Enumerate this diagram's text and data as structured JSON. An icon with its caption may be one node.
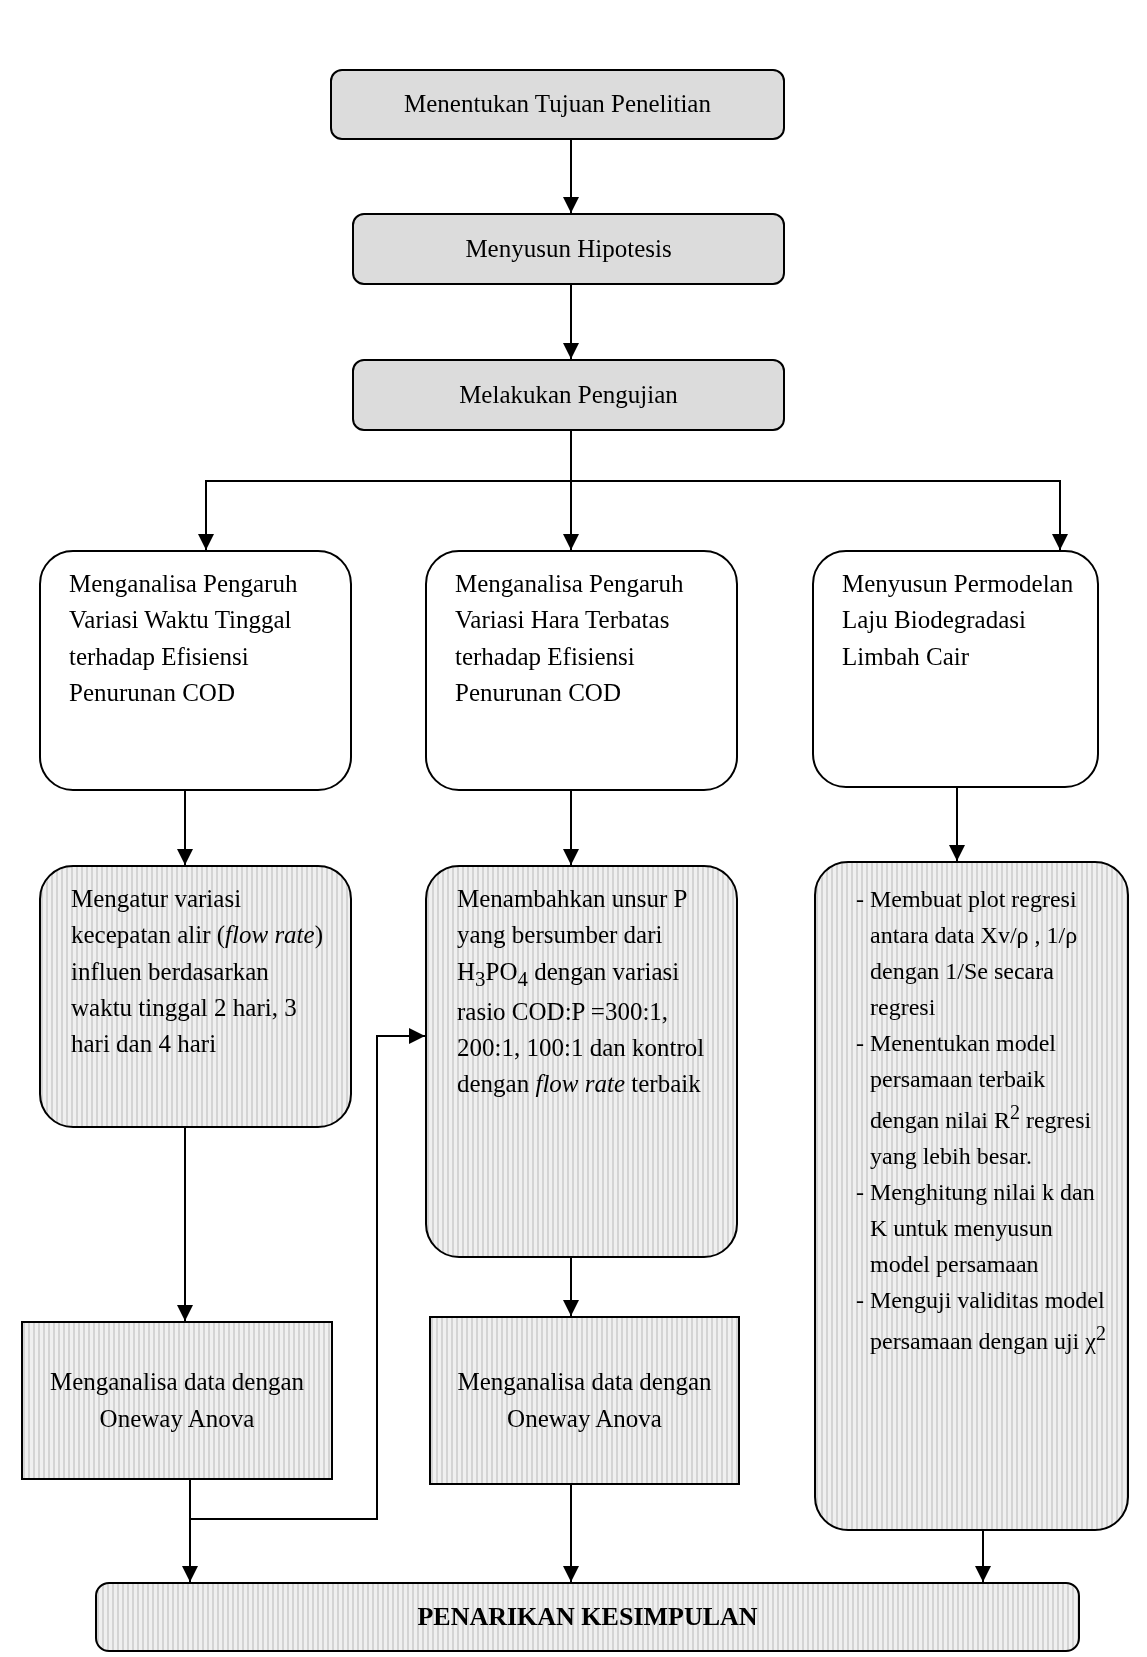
{
  "diagram": {
    "nodes": [
      {
        "text": [
          "Menentukan Tujuan Penelitian"
        ]
      },
      {
        "text": [
          "Menyusun Hipotesis"
        ]
      },
      {
        "text": [
          "Melakukan Pengujian"
        ]
      },
      {
        "text": [
          "Menganalisa Pengaruh Variasi Waktu Tinggal terhadap Efisiensi Penurunan COD"
        ]
      },
      {
        "text": [
          "Menganalisa Pengaruh Variasi Hara Terbatas terhadap Efisiensi Penurunan COD"
        ]
      },
      {
        "text": [
          "Menyusun Permodelan Laju Biodegradasi Limbah Cair"
        ]
      },
      {
        "text": [
          "Mengatur variasi kecepatan alir (*flow rate*) influen berdasarkan waktu tinggal 2 hari, 3 hari dan 4 hari"
        ]
      },
      {
        "text": [
          "Menambahkan unsur P yang bersumber dari H$_{3}$PO$_{4}$ dengan variasi rasio COD:P =300:1, 200:1, 100:1 dan kontrol dengan *flow rate* terbaik"
        ]
      },
      {
        "text": [
          "- Membuat plot regresi antara data Xv/ρ , 1/ρ dengan 1/Se secara regresi",
          "- Menentukan model persamaan terbaik dengan nilai R$^{2}$ regresi yang lebih besar.",
          "- Menghitung nilai k dan K untuk menyusun model persamaan",
          "- Menguji validitas model persamaan dengan uji χ$^{2}$"
        ]
      },
      {
        "text": [
          "Menganalisa data dengan Oneway Anova"
        ]
      },
      {
        "text": [
          "Menganalisa data dengan Oneway Anova"
        ]
      },
      {
        "text": [
          "PENARIKAN KESIMPULAN"
        ]
      }
    ],
    "edges": [
      {
        "from": 0,
        "to": 1,
        "arrow": "to"
      },
      {
        "from": 1,
        "to": 2,
        "arrow": "to"
      },
      {
        "from": 2,
        "to": 3,
        "arrow": "to"
      },
      {
        "from": 2,
        "to": 4,
        "arrow": "to"
      },
      {
        "from": 2,
        "to": 5,
        "arrow": "to"
      },
      {
        "from": 3,
        "to": 6,
        "arrow": "to"
      },
      {
        "from": 4,
        "to": 7,
        "arrow": "to"
      },
      {
        "from": 5,
        "to": 8,
        "arrow": "to"
      },
      {
        "from": 6,
        "to": 9,
        "arrow": "to"
      },
      {
        "from": 7,
        "to": 10,
        "arrow": "to"
      },
      {
        "from": 9,
        "to": 7,
        "arrow": "to"
      },
      {
        "from": 9,
        "to": 11,
        "arrow": "to"
      },
      {
        "from": 10,
        "to": 11,
        "arrow": "to"
      },
      {
        "from": 8,
        "to": 11,
        "arrow": "to"
      }
    ]
  }
}
